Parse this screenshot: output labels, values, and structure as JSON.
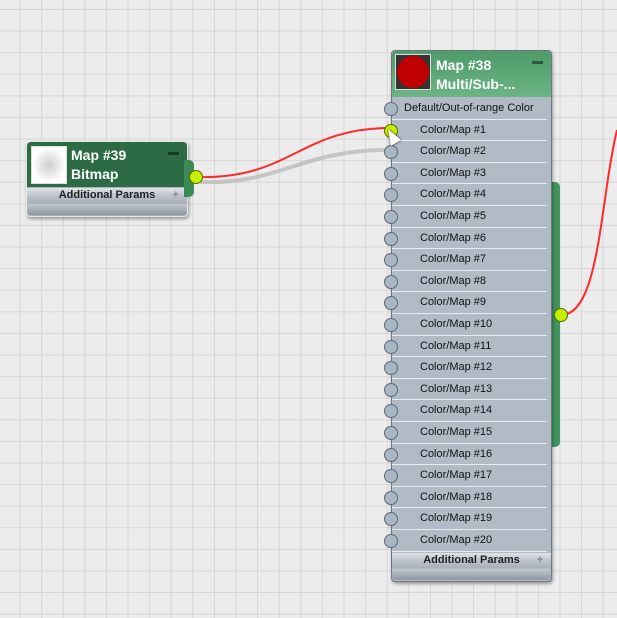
{
  "node_bitmap": {
    "title": "Map #39",
    "subtitle": "Bitmap",
    "additional": "Additional Params",
    "collapse": "−",
    "expand": "+"
  },
  "node_multi": {
    "title": "Map #38",
    "subtitle": "Multi/Sub-...",
    "additional": "Additional Params",
    "collapse": "−",
    "expand": "+",
    "slots": [
      "Default/Out-of-range Color",
      "Color/Map #1",
      "Color/Map #2",
      "Color/Map #3",
      "Color/Map #4",
      "Color/Map #5",
      "Color/Map #6",
      "Color/Map #7",
      "Color/Map #8",
      "Color/Map #9",
      "Color/Map #10",
      "Color/Map #11",
      "Color/Map #12",
      "Color/Map #13",
      "Color/Map #14",
      "Color/Map #15",
      "Color/Map #16",
      "Color/Map #17",
      "Color/Map #18",
      "Color/Map #19",
      "Color/Map #20"
    ],
    "connected_slot": 1
  },
  "colors": {
    "wire": "#ff2a2a",
    "socket_active": "#c6f000",
    "header_bitmap": "#2d6b45",
    "header_multi": "#59a574",
    "swatch": "#c00000"
  }
}
